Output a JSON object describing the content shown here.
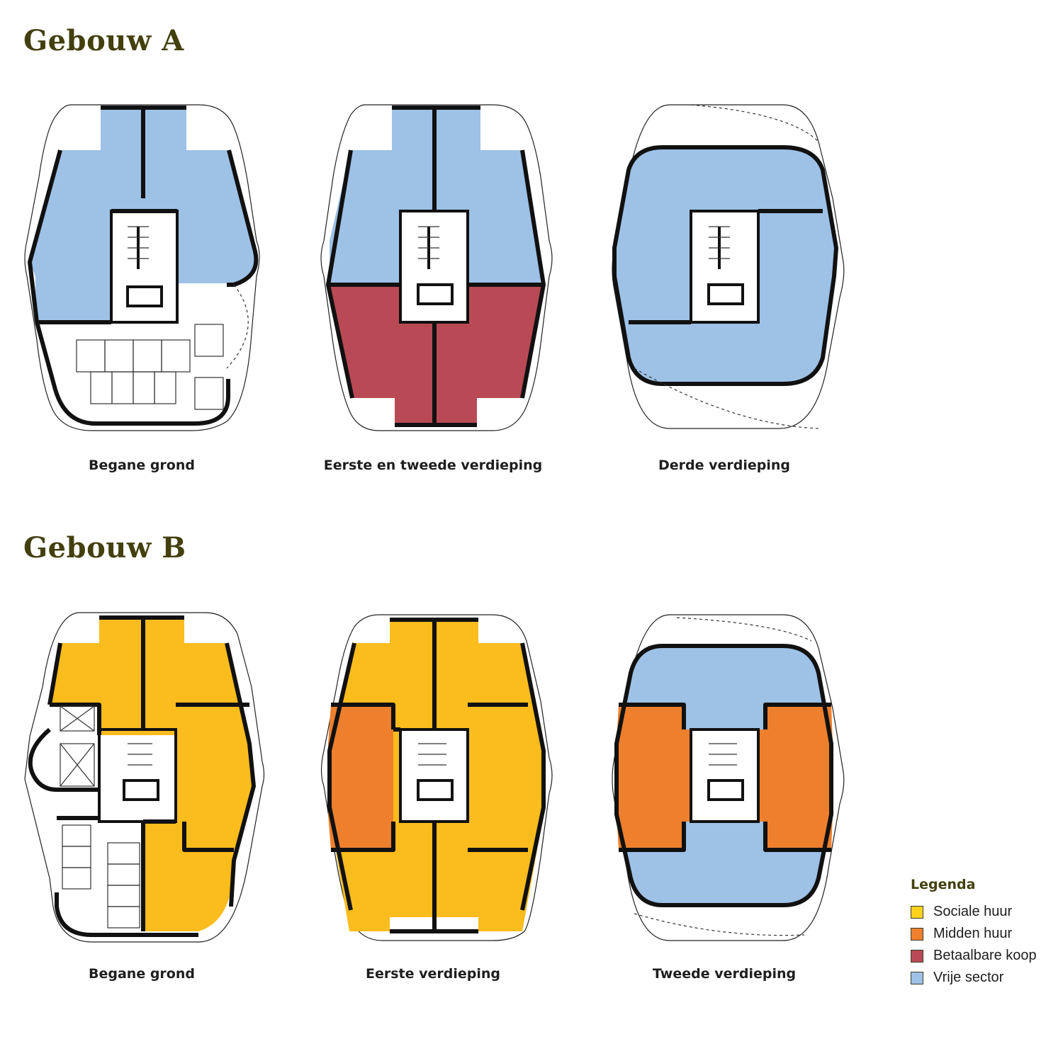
{
  "buildings": [
    {
      "title": "Gebouw A",
      "floors": [
        {
          "label": "Begane grond"
        },
        {
          "label": "Eerste en tweede verdieping"
        },
        {
          "label": "Derde verdieping"
        }
      ]
    },
    {
      "title": "Gebouw B",
      "floors": [
        {
          "label": "Begane grond"
        },
        {
          "label": "Eerste verdieping"
        },
        {
          "label": "Tweede verdieping"
        }
      ]
    }
  ],
  "legend": {
    "title": "Legenda",
    "items": [
      {
        "label": "Sociale huur",
        "color": "#fcd21c"
      },
      {
        "label": "Midden huur",
        "color": "#ee7f2d"
      },
      {
        "label": "Betaalbare koop",
        "color": "#b94a55"
      },
      {
        "label": "Vrije sector",
        "color": "#9ec1e6"
      }
    ]
  },
  "colors": {
    "title": "#43400f",
    "wall": "#111111",
    "sociale": "#fbbc1d",
    "midden": "#ee7f2d",
    "koop": "#b94a55",
    "vrij": "#9ec1e6"
  }
}
